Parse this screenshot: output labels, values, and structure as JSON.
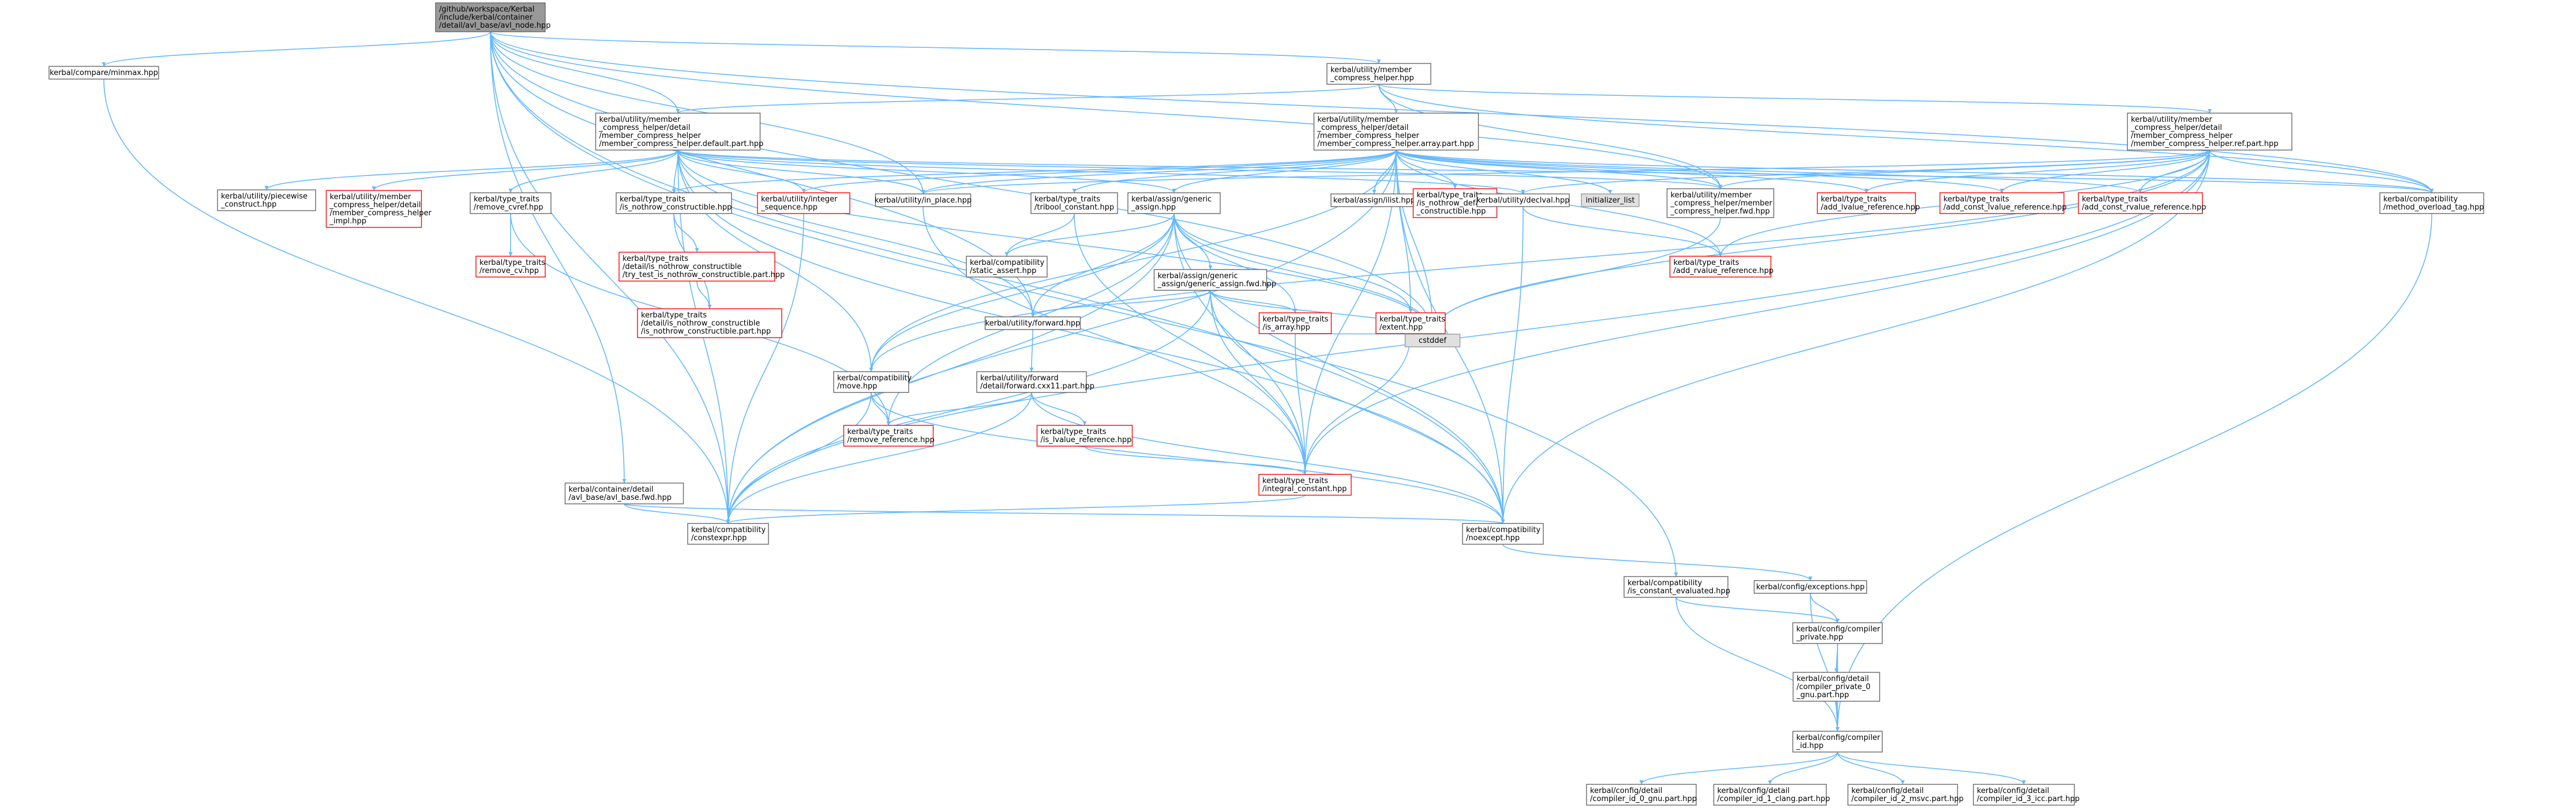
{
  "colors": {
    "edge": "#63b8ff",
    "root_fill": "#999999",
    "root_border": "#666666",
    "normal_fill": "#ffffff",
    "normal_border": "#666666",
    "missing_fill": "#ffffff",
    "missing_border": "#ff0000",
    "external_fill": "#e0e0e0",
    "external_border": "#999999"
  },
  "nodes": [
    {
      "id": "avl_node",
      "lines": [
        "/github/workspace/Kerbal",
        "/include/kerbal/container",
        "/detail/avl_base/avl_node.hpp"
      ],
      "kind": "root"
    },
    {
      "id": "minmax",
      "lines": [
        "kerbal/compare/minmax.hpp"
      ],
      "kind": "normal"
    },
    {
      "id": "mch",
      "lines": [
        "kerbal/utility/member",
        "_compress_helper.hpp"
      ],
      "kind": "normal"
    },
    {
      "id": "mch_default",
      "lines": [
        "kerbal/utility/member",
        "_compress_helper/detail",
        "/member_compress_helper",
        "/member_compress_helper.default.part.hpp"
      ],
      "kind": "normal"
    },
    {
      "id": "mch_array",
      "lines": [
        "kerbal/utility/member",
        "_compress_helper/detail",
        "/member_compress_helper",
        "/member_compress_helper.array.part.hpp"
      ],
      "kind": "normal"
    },
    {
      "id": "mch_ref",
      "lines": [
        "kerbal/utility/member",
        "_compress_helper/detail",
        "/member_compress_helper",
        "/member_compress_helper.ref.part.hpp"
      ],
      "kind": "normal"
    },
    {
      "id": "piecewise",
      "lines": [
        "kerbal/utility/piecewise",
        "_construct.hpp"
      ],
      "kind": "normal"
    },
    {
      "id": "mch_impl",
      "lines": [
        "kerbal/utility/member",
        "_compress_helper/detail",
        "/member_compress_helper",
        "_impl.hpp"
      ],
      "kind": "missing"
    },
    {
      "id": "remove_cvref",
      "lines": [
        "kerbal/type_traits",
        "/remove_cvref.hpp"
      ],
      "kind": "normal"
    },
    {
      "id": "is_nothrow_constructible",
      "lines": [
        "kerbal/type_traits",
        "/is_nothrow_constructible.hpp"
      ],
      "kind": "normal"
    },
    {
      "id": "integer_sequence",
      "lines": [
        "kerbal/utility/integer",
        "_sequence.hpp"
      ],
      "kind": "missing"
    },
    {
      "id": "in_place",
      "lines": [
        "kerbal/utility/in_place.hpp"
      ],
      "kind": "normal"
    },
    {
      "id": "tribool",
      "lines": [
        "kerbal/type_traits",
        "/tribool_constant.hpp"
      ],
      "kind": "normal"
    },
    {
      "id": "generic_assign",
      "lines": [
        "kerbal/assign/generic",
        "_assign.hpp"
      ],
      "kind": "normal"
    },
    {
      "id": "ilist",
      "lines": [
        "kerbal/assign/ilist.hpp"
      ],
      "kind": "normal"
    },
    {
      "id": "is_nothrow_default",
      "lines": [
        "kerbal/type_traits",
        "/is_nothrow_default",
        "_constructible.hpp"
      ],
      "kind": "missing"
    },
    {
      "id": "declval",
      "lines": [
        "kerbal/utility/declval.hpp"
      ],
      "kind": "normal"
    },
    {
      "id": "initializer_list",
      "lines": [
        "initializer_list"
      ],
      "kind": "external"
    },
    {
      "id": "mch_fwd",
      "lines": [
        "kerbal/utility/member",
        "_compress_helper/member",
        "_compress_helper.fwd.hpp"
      ],
      "kind": "normal"
    },
    {
      "id": "add_lvalue_reference",
      "lines": [
        "kerbal/type_traits",
        "/add_lvalue_reference.hpp"
      ],
      "kind": "missing"
    },
    {
      "id": "add_const_lvalue_reference",
      "lines": [
        "kerbal/type_traits",
        "/add_const_lvalue_reference.hpp"
      ],
      "kind": "missing"
    },
    {
      "id": "add_const_rvalue_reference",
      "lines": [
        "kerbal/type_traits",
        "/add_const_rvalue_reference.hpp"
      ],
      "kind": "missing"
    },
    {
      "id": "method_overload_tag",
      "lines": [
        "kerbal/compatibility",
        "/method_overload_tag.hpp"
      ],
      "kind": "normal"
    },
    {
      "id": "remove_cv",
      "lines": [
        "kerbal/type_traits",
        "/remove_cv.hpp"
      ],
      "kind": "missing"
    },
    {
      "id": "inc_try_test",
      "lines": [
        "kerbal/type_traits",
        "/detail/is_nothrow_constructible",
        "/try_test_is_nothrow_constructible.part.hpp"
      ],
      "kind": "missing"
    },
    {
      "id": "inc_part",
      "lines": [
        "kerbal/type_traits",
        "/detail/is_nothrow_constructible",
        "/is_nothrow_constructible.part.hpp"
      ],
      "kind": "missing"
    },
    {
      "id": "static_assert",
      "lines": [
        "kerbal/compatibility",
        "/static_assert.hpp"
      ],
      "kind": "normal"
    },
    {
      "id": "generic_assign_fwd",
      "lines": [
        "kerbal/assign/generic",
        "_assign/generic_assign.fwd.hpp"
      ],
      "kind": "normal"
    },
    {
      "id": "add_rvalue_reference",
      "lines": [
        "kerbal/type_traits",
        "/add_rvalue_reference.hpp"
      ],
      "kind": "missing"
    },
    {
      "id": "forward",
      "lines": [
        "kerbal/utility/forward.hpp"
      ],
      "kind": "normal"
    },
    {
      "id": "is_array",
      "lines": [
        "kerbal/type_traits",
        "/is_array.hpp"
      ],
      "kind": "missing"
    },
    {
      "id": "extent",
      "lines": [
        "kerbal/type_traits",
        "/extent.hpp"
      ],
      "kind": "missing"
    },
    {
      "id": "cstddef",
      "lines": [
        "cstddef"
      ],
      "kind": "external"
    },
    {
      "id": "move",
      "lines": [
        "kerbal/compatibility",
        "/move.hpp"
      ],
      "kind": "normal"
    },
    {
      "id": "forward_cxx11",
      "lines": [
        "kerbal/utility/forward",
        "/detail/forward.cxx11.part.hpp"
      ],
      "kind": "normal"
    },
    {
      "id": "remove_reference",
      "lines": [
        "kerbal/type_traits",
        "/remove_reference.hpp"
      ],
      "kind": "missing"
    },
    {
      "id": "is_lvalue_reference",
      "lines": [
        "kerbal/type_traits",
        "/is_lvalue_reference.hpp"
      ],
      "kind": "missing"
    },
    {
      "id": "avl_base_fwd",
      "lines": [
        "kerbal/container/detail",
        "/avl_base/avl_base.fwd.hpp"
      ],
      "kind": "normal"
    },
    {
      "id": "integral_constant",
      "lines": [
        "kerbal/type_traits",
        "/integral_constant.hpp"
      ],
      "kind": "missing"
    },
    {
      "id": "constexpr",
      "lines": [
        "kerbal/compatibility",
        "/constexpr.hpp"
      ],
      "kind": "normal"
    },
    {
      "id": "noexcept",
      "lines": [
        "kerbal/compatibility",
        "/noexcept.hpp"
      ],
      "kind": "normal"
    },
    {
      "id": "is_constant_evaluated",
      "lines": [
        "kerbal/compatibility",
        "/is_constant_evaluated.hpp"
      ],
      "kind": "normal"
    },
    {
      "id": "exceptions",
      "lines": [
        "kerbal/config/exceptions.hpp"
      ],
      "kind": "normal"
    },
    {
      "id": "compiler_private",
      "lines": [
        "kerbal/config/compiler",
        "_private.hpp"
      ],
      "kind": "normal"
    },
    {
      "id": "compiler_private_gnu",
      "lines": [
        "kerbal/config/detail",
        "/compiler_private_0",
        "_gnu.part.hpp"
      ],
      "kind": "normal"
    },
    {
      "id": "compiler_id",
      "lines": [
        "kerbal/config/compiler",
        "_id.hpp"
      ],
      "kind": "normal"
    },
    {
      "id": "cid_gnu",
      "lines": [
        "kerbal/config/detail",
        "/compiler_id_0_gnu.part.hpp"
      ],
      "kind": "normal"
    },
    {
      "id": "cid_clang",
      "lines": [
        "kerbal/config/detail",
        "/compiler_id_1_clang.part.hpp"
      ],
      "kind": "normal"
    },
    {
      "id": "cid_msvc",
      "lines": [
        "kerbal/config/detail",
        "/compiler_id_2_msvc.part.hpp"
      ],
      "kind": "normal"
    },
    {
      "id": "cid_icc",
      "lines": [
        "kerbal/config/detail",
        "/compiler_id_3_icc.part.hpp"
      ],
      "kind": "normal"
    }
  ],
  "edges": [
    [
      "avl_node",
      "minmax"
    ],
    [
      "avl_node",
      "mch"
    ],
    [
      "avl_node",
      "mch_default"
    ],
    [
      "avl_node",
      "in_place"
    ],
    [
      "avl_node",
      "forward"
    ],
    [
      "avl_node",
      "avl_base_fwd"
    ],
    [
      "avl_node",
      "constexpr"
    ],
    [
      "avl_node",
      "noexcept"
    ],
    [
      "avl_node",
      "is_constant_evaluated"
    ],
    [
      "avl_node",
      "method_overload_tag"
    ],
    [
      "avl_node",
      "mch_fwd"
    ],
    [
      "avl_node",
      "cstddef"
    ],
    [
      "minmax",
      "constexpr"
    ],
    [
      "mch",
      "mch_default"
    ],
    [
      "mch",
      "mch_array"
    ],
    [
      "mch",
      "mch_ref"
    ],
    [
      "mch",
      "mch_fwd"
    ],
    [
      "mch",
      "method_overload_tag"
    ],
    [
      "mch_default",
      "piecewise"
    ],
    [
      "mch_default",
      "mch_impl"
    ],
    [
      "mch_default",
      "remove_cvref"
    ],
    [
      "mch_default",
      "is_nothrow_constructible"
    ],
    [
      "mch_default",
      "integer_sequence"
    ],
    [
      "mch_default",
      "in_place"
    ],
    [
      "mch_default",
      "generic_assign"
    ],
    [
      "mch_default",
      "declval"
    ],
    [
      "mch_default",
      "mch_fwd"
    ],
    [
      "mch_default",
      "forward"
    ],
    [
      "mch_default",
      "move"
    ],
    [
      "mch_default",
      "constexpr"
    ],
    [
      "mch_default",
      "noexcept"
    ],
    [
      "mch_default",
      "cstddef"
    ],
    [
      "mch_default",
      "method_overload_tag"
    ],
    [
      "mch_array",
      "tribool"
    ],
    [
      "mch_array",
      "generic_assign"
    ],
    [
      "mch_array",
      "ilist"
    ],
    [
      "mch_array",
      "is_nothrow_default"
    ],
    [
      "mch_array",
      "initializer_list"
    ],
    [
      "mch_array",
      "mch_fwd"
    ],
    [
      "mch_array",
      "add_lvalue_reference"
    ],
    [
      "mch_array",
      "add_const_lvalue_reference"
    ],
    [
      "mch_array",
      "add_const_rvalue_reference"
    ],
    [
      "mch_array",
      "integer_sequence"
    ],
    [
      "mch_array",
      "in_place"
    ],
    [
      "mch_array",
      "extent"
    ],
    [
      "mch_array",
      "integral_constant"
    ],
    [
      "mch_array",
      "move"
    ],
    [
      "mch_array",
      "cstddef"
    ],
    [
      "mch_array",
      "noexcept"
    ],
    [
      "mch_array",
      "constexpr"
    ],
    [
      "mch_array",
      "add_rvalue_reference"
    ],
    [
      "mch_array",
      "method_overload_tag"
    ],
    [
      "mch_array",
      "is_nothrow_constructible"
    ],
    [
      "mch_ref",
      "declval"
    ],
    [
      "mch_ref",
      "mch_fwd"
    ],
    [
      "mch_ref",
      "add_lvalue_reference"
    ],
    [
      "mch_ref",
      "add_const_lvalue_reference"
    ],
    [
      "mch_ref",
      "add_const_rvalue_reference"
    ],
    [
      "mch_ref",
      "add_rvalue_reference"
    ],
    [
      "mch_ref",
      "method_overload_tag"
    ],
    [
      "mch_ref",
      "in_place"
    ],
    [
      "mch_ref",
      "integral_constant"
    ],
    [
      "mch_ref",
      "constexpr"
    ],
    [
      "mch_ref",
      "noexcept"
    ],
    [
      "mch_ref",
      "cstddef"
    ],
    [
      "mch_ref",
      "move"
    ],
    [
      "remove_cvref",
      "remove_reference"
    ],
    [
      "remove_cvref",
      "remove_cv"
    ],
    [
      "is_nothrow_constructible",
      "inc_try_test"
    ],
    [
      "is_nothrow_constructible",
      "inc_part"
    ],
    [
      "inc_try_test",
      "inc_part"
    ],
    [
      "integer_sequence",
      "constexpr"
    ],
    [
      "in_place",
      "integral_constant"
    ],
    [
      "tribool",
      "integral_constant"
    ],
    [
      "tribool",
      "static_assert"
    ],
    [
      "generic_assign",
      "generic_assign_fwd"
    ],
    [
      "generic_assign",
      "static_assert"
    ],
    [
      "generic_assign",
      "forward"
    ],
    [
      "generic_assign",
      "move"
    ],
    [
      "generic_assign",
      "is_array"
    ],
    [
      "generic_assign",
      "extent"
    ],
    [
      "generic_assign",
      "cstddef"
    ],
    [
      "generic_assign",
      "constexpr"
    ],
    [
      "generic_assign",
      "noexcept"
    ],
    [
      "generic_assign",
      "integral_constant"
    ],
    [
      "generic_assign",
      "remove_reference"
    ],
    [
      "generic_assign_fwd",
      "forward"
    ],
    [
      "generic_assign_fwd",
      "is_array"
    ],
    [
      "generic_assign_fwd",
      "cstddef"
    ],
    [
      "generic_assign_fwd",
      "constexpr"
    ],
    [
      "generic_assign_fwd",
      "noexcept"
    ],
    [
      "generic_assign_fwd",
      "integral_constant"
    ],
    [
      "is_array",
      "cstddef"
    ],
    [
      "is_array",
      "integral_constant"
    ],
    [
      "extent",
      "cstddef"
    ],
    [
      "extent",
      "integral_constant"
    ],
    [
      "declval",
      "add_rvalue_reference"
    ],
    [
      "declval",
      "noexcept"
    ],
    [
      "mch_fwd",
      "cstddef"
    ],
    [
      "forward",
      "forward_cxx11"
    ],
    [
      "forward_cxx11",
      "remove_reference"
    ],
    [
      "forward_cxx11",
      "is_lvalue_reference"
    ],
    [
      "forward_cxx11",
      "constexpr"
    ],
    [
      "forward_cxx11",
      "noexcept"
    ],
    [
      "is_lvalue_reference",
      "integral_constant"
    ],
    [
      "move",
      "remove_reference"
    ],
    [
      "move",
      "constexpr"
    ],
    [
      "move",
      "noexcept"
    ],
    [
      "avl_base_fwd",
      "constexpr"
    ],
    [
      "avl_base_fwd",
      "noexcept"
    ],
    [
      "integral_constant",
      "constexpr"
    ],
    [
      "noexcept",
      "exceptions"
    ],
    [
      "method_overload_tag",
      "compiler_id"
    ],
    [
      "is_constant_evaluated",
      "compiler_private"
    ],
    [
      "is_constant_evaluated",
      "compiler_id"
    ],
    [
      "exceptions",
      "compiler_private"
    ],
    [
      "exceptions",
      "compiler_id"
    ],
    [
      "compiler_private",
      "compiler_private_gnu"
    ],
    [
      "compiler_private",
      "compiler_id"
    ],
    [
      "compiler_private_gnu",
      "compiler_id"
    ],
    [
      "compiler_id",
      "cid_gnu"
    ],
    [
      "compiler_id",
      "cid_clang"
    ],
    [
      "compiler_id",
      "cid_msvc"
    ],
    [
      "compiler_id",
      "cid_icc"
    ]
  ]
}
